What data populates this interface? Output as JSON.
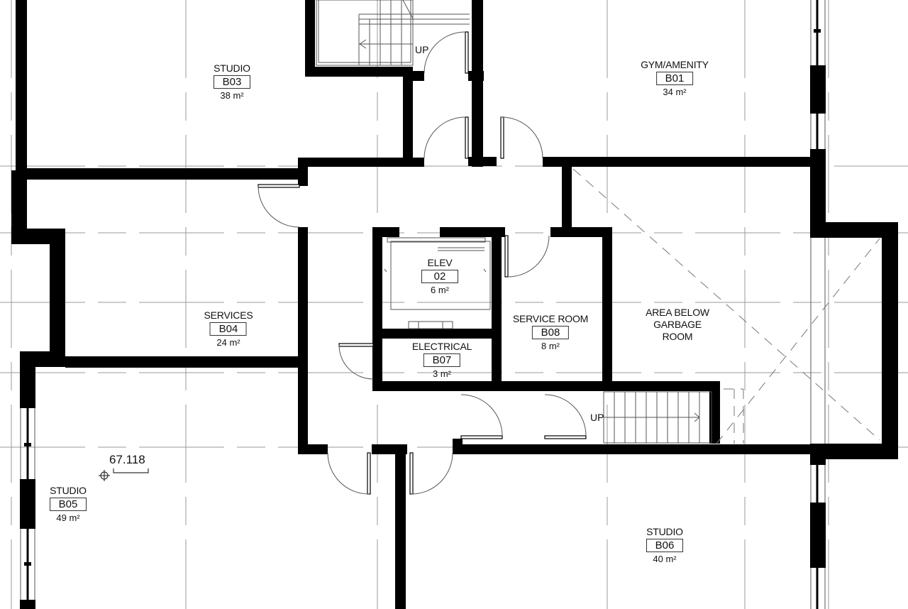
{
  "drawing": {
    "type": "floor-plan",
    "background": "#ffffff",
    "wall_color": "#000000",
    "grid_color": "#9a9a9a"
  },
  "rooms": [
    {
      "id": "b03",
      "name": "STUDIO",
      "number": "B03",
      "area": "38 m²"
    },
    {
      "id": "b01",
      "name": "GYM/AMENITY",
      "number": "B01",
      "area": "34 m²"
    },
    {
      "id": "elev02",
      "name": "ELEV",
      "number": "02",
      "area": "6 m²"
    },
    {
      "id": "b04",
      "name": "SERVICES",
      "number": "B04",
      "area": "24 m²"
    },
    {
      "id": "b08",
      "name": "SERVICE ROOM",
      "number": "B08",
      "area": "8 m²"
    },
    {
      "id": "b07",
      "name": "ELECTRICAL",
      "number": "B07",
      "area": "3 m²"
    },
    {
      "id": "b05",
      "name": "STUDIO",
      "number": "B05",
      "area": "49 m²"
    },
    {
      "id": "b06",
      "name": "STUDIO",
      "number": "B06",
      "area": "40 m²"
    }
  ],
  "annotations": {
    "garbage_area": [
      "AREA BELOW",
      "GARBAGE",
      "ROOM"
    ],
    "stair_up_top": "UP",
    "stair_up_bottom": "UP",
    "elevation_marker": "67.118"
  }
}
